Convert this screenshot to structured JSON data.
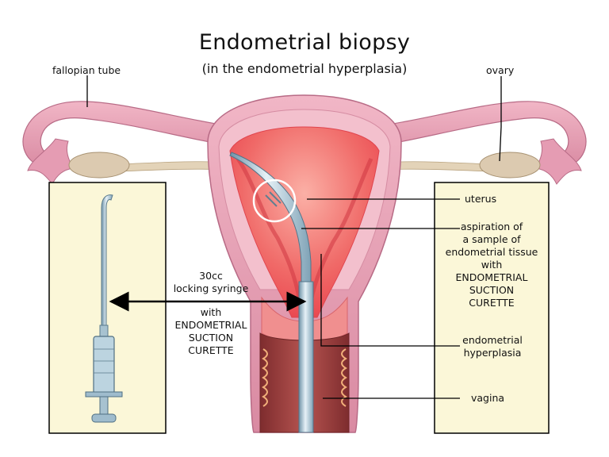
{
  "title": "Endometrial biopsy",
  "subtitle": "(in the endometrial hyperplasia)",
  "labels": {
    "fallopian_tube": "fallopian tube",
    "ovary": "ovary",
    "uterus": "uterus",
    "aspiration": [
      "aspiration of",
      "a sample of",
      "endometrial tissue",
      "with",
      "ENDOMETRIAL",
      "SUCTION",
      "CURETTE"
    ],
    "endometrial_hyperplasia": [
      "endometrial",
      "hyperplasia"
    ],
    "vagina": "vagina",
    "syringe": [
      "30cc",
      "locking syringe"
    ],
    "curette": [
      "with",
      "ENDOMETRIAL",
      "SUCTION",
      "CURETTE"
    ]
  },
  "colors": {
    "tissue": "#e8a3b5",
    "tissue_dark": "#c9748f",
    "cavity": "#ee4f55",
    "cavity_light": "#f7a09c",
    "vagina_wall": "#9a3d3c",
    "ovary": "#d9c8ad",
    "panel": "#fbf7d8",
    "instrument": "#9fc0d2"
  }
}
